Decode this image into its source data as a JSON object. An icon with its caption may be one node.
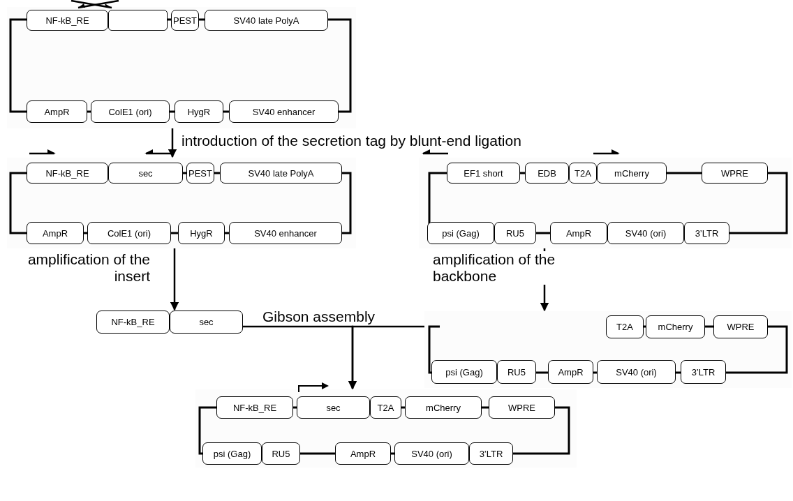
{
  "diagram": {
    "nodes": [
      {
        "text": [],
        "shape": "box"
      },
      {
        "text": [
          "NF-kB_RE"
        ],
        "in": 0
      },
      {
        "text": [],
        "shape": "box",
        "in": 0
      },
      {
        "text": [
          "PEST"
        ],
        "in": 0
      },
      {
        "text": [
          "SV40 late PolyA"
        ],
        "in": 0
      },
      {
        "text": [
          "AmpR"
        ],
        "in": 0
      },
      {
        "text": [
          "ColE1 (ori)"
        ],
        "in": 0
      },
      {
        "text": [
          "HygR"
        ],
        "in": 0
      },
      {
        "text": [
          "SV40 enhancer"
        ],
        "in": 0
      },
      {
        "text": [],
        "shape": "box"
      },
      {
        "text": [
          "NF-kB_RE"
        ],
        "in": 9
      },
      {
        "text": [
          "sec"
        ],
        "in": 9
      },
      {
        "text": [
          "PEST"
        ],
        "in": 9
      },
      {
        "text": [
          "SV40 late PolyA"
        ],
        "in": 9
      },
      {
        "text": [
          "AmpR"
        ],
        "in": 9
      },
      {
        "text": [
          "ColE1 (ori)"
        ],
        "in": 9
      },
      {
        "text": [
          "HygR"
        ],
        "in": 9
      },
      {
        "text": [
          "SV40 enhancer"
        ],
        "in": 9
      },
      {
        "text": [],
        "shape": "box"
      },
      {
        "text": [
          "EF1 short"
        ],
        "in": 18
      },
      {
        "text": [
          "EDB"
        ],
        "in": 18
      },
      {
        "text": [
          "T2A"
        ],
        "in": 18
      },
      {
        "text": [
          "mCherry"
        ],
        "in": 18
      },
      {
        "text": [
          "WPRE"
        ],
        "in": 18
      },
      {
        "text": [
          "psi (Gag)"
        ],
        "in": 18
      },
      {
        "text": [
          "RU5"
        ],
        "in": 18
      },
      {
        "text": [
          "AmpR"
        ],
        "in": 18
      },
      {
        "text": [
          "SV40 (ori)"
        ],
        "in": 18
      },
      {
        "text": [
          "3’LTR"
        ],
        "in": 18
      },
      {
        "text": [
          "NF-kB_RE"
        ]
      },
      {
        "text": [
          "sec"
        ]
      },
      {
        "text": [],
        "shape": "box"
      },
      {
        "text": [
          "T2A"
        ],
        "in": 31
      },
      {
        "text": [
          "mCherry"
        ],
        "in": 31
      },
      {
        "text": [
          "WPRE"
        ],
        "in": 31
      },
      {
        "text": [
          "psi (Gag)"
        ],
        "in": 31
      },
      {
        "text": [
          "RU5"
        ],
        "in": 31
      },
      {
        "text": [
          "AmpR"
        ],
        "in": 31
      },
      {
        "text": [
          "SV40 (ori)"
        ],
        "in": 31
      },
      {
        "text": [
          "3’LTR"
        ],
        "in": 31
      },
      {
        "text": [],
        "shape": "box"
      },
      {
        "text": [
          "NF-kB_RE"
        ],
        "in": 40
      },
      {
        "text": [
          "sec"
        ],
        "in": 40
      },
      {
        "text": [
          "T2A"
        ],
        "in": 40
      },
      {
        "text": [
          "mCherry"
        ],
        "in": 40
      },
      {
        "text": [
          "WPRE"
        ],
        "in": 40
      },
      {
        "text": [
          "psi (Gag)"
        ],
        "in": 40
      },
      {
        "text": [
          "RU5"
        ],
        "in": 40
      },
      {
        "text": [
          "AmpR"
        ],
        "in": 40
      },
      {
        "text": [
          "SV40 (ori)"
        ],
        "in": 40
      },
      {
        "text": [
          "3’LTR"
        ],
        "in": 40
      }
    ],
    "edges": [
      {
        "from": 0,
        "to": 9,
        "arrow": "to",
        "label": "introduction of the secretion tag by blunt-end ligation"
      },
      {
        "from": 9,
        "to": 30,
        "arrow": "to",
        "label": "amplification of the insert"
      },
      {
        "from": 18,
        "to": 31,
        "arrow": "to",
        "label": "amplification of the backbone"
      },
      {
        "from": 30,
        "to": 40,
        "arrow": "to",
        "label": "Gibson assembly"
      },
      {
        "from": 31,
        "to": 40,
        "arrow": "to"
      }
    ]
  }
}
